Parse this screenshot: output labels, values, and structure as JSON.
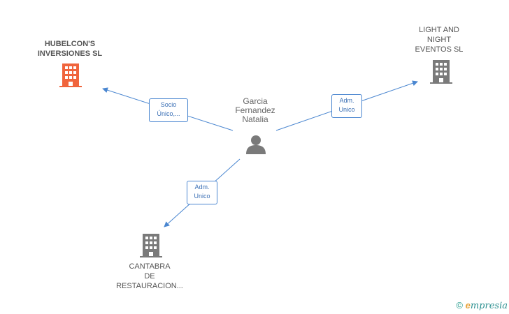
{
  "nodes": {
    "hubelcon": {
      "name_lines": [
        "HUBELCON'S",
        "INVERSIONES SL"
      ],
      "icon": "building-icon",
      "color": "#f0643c"
    },
    "light_night": {
      "name_lines": [
        "LIGHT AND",
        "NIGHT",
        "EVENTOS SL"
      ],
      "icon": "building-icon",
      "color": "#7a7a7a"
    },
    "person": {
      "name_lines": [
        "Garcia",
        "Fernandez",
        "Natalia"
      ],
      "icon": "person-icon",
      "color": "#7a7a7a"
    },
    "cantabra": {
      "name_lines": [
        "CANTABRA",
        "DE",
        "RESTAURACION..."
      ],
      "icon": "building-icon",
      "color": "#7a7a7a"
    }
  },
  "edges": {
    "to_hubelcon": {
      "label_lines": [
        "Socio",
        "Único,..."
      ]
    },
    "to_light_night": {
      "label_lines": [
        "Adm.",
        "Unico"
      ]
    },
    "to_cantabra": {
      "label_lines": [
        "Adm.",
        "Unico"
      ]
    }
  },
  "edge_color": "#4a86d0",
  "footer": {
    "copyright": "©",
    "brand_initial": "e",
    "brand_rest": "mpresia"
  }
}
